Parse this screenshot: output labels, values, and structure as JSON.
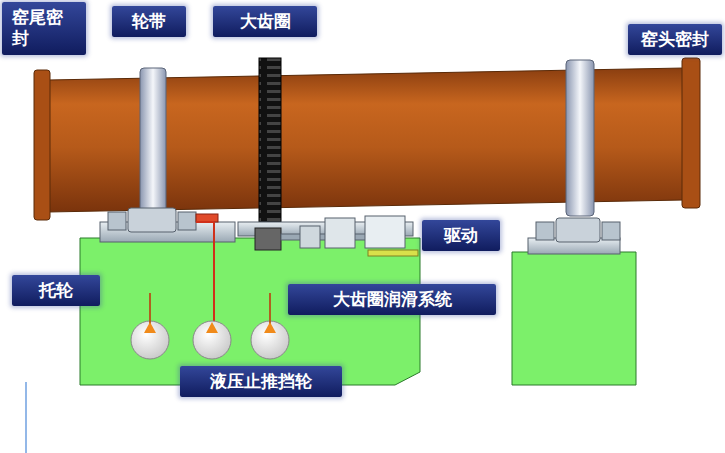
{
  "diagram": {
    "nodes": [
      {
        "text": [
          "窑尾密封"
        ]
      },
      {
        "text": [
          "轮带"
        ]
      },
      {
        "text": [
          "大齿圈"
        ]
      },
      {
        "text": [
          "窑头密封"
        ]
      },
      {
        "text": [
          "驱动"
        ]
      },
      {
        "text": [
          "托轮"
        ]
      },
      {
        "text": [
          "大齿圈润滑系统"
        ]
      },
      {
        "text": [
          "液压止推挡轮"
        ]
      }
    ]
  }
}
